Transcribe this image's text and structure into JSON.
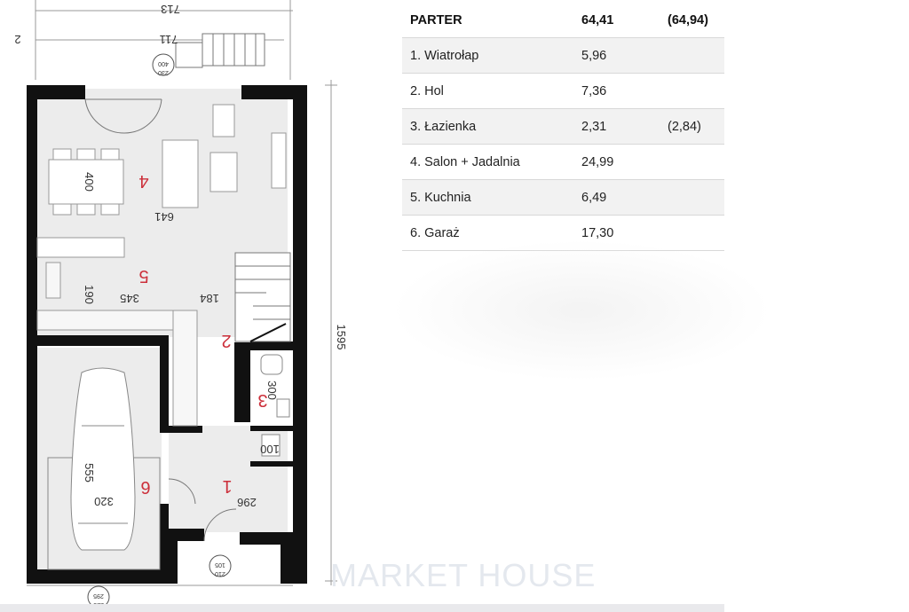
{
  "table": {
    "header": {
      "name": "PARTER",
      "area": "64,41",
      "alt": "(64,94)"
    },
    "rows": [
      {
        "name": "1. Wiatrołap",
        "area": "5,96",
        "alt": ""
      },
      {
        "name": "2. Hol",
        "area": "7,36",
        "alt": ""
      },
      {
        "name": "3. Łazienka",
        "area": "2,31",
        "alt": "(2,84)"
      },
      {
        "name": "4. Salon + Jadalnia",
        "area": "24,99",
        "alt": ""
      },
      {
        "name": "5. Kuchnia",
        "area": "6,49",
        "alt": ""
      },
      {
        "name": "6. Garaż",
        "area": "17,30",
        "alt": ""
      }
    ]
  },
  "plan": {
    "dims": {
      "top_outer": "713",
      "top_inner": "711",
      "left_small": "2",
      "marker_top_a": "400",
      "marker_top_b": "230",
      "right_vertical": "1595",
      "dining_table": "400",
      "salon_width": "641",
      "kitchen_height": "190",
      "kitchen_a": "345",
      "kitchen_b": "184",
      "bath_height": "300",
      "bath_small": "100",
      "hall_width": "296",
      "garage_length": "555",
      "garage_width": "320",
      "marker_bottom_a": "105",
      "marker_bottom_b": "210",
      "marker_left_a": "295",
      "marker_left_b": "225"
    },
    "rooms": {
      "r1": "1",
      "r2": "2",
      "r3": "3",
      "r4": "4",
      "r5": "5",
      "r6": "6"
    }
  },
  "watermark": "MARKET HOUSE",
  "colors": {
    "wall": "#111111",
    "dim_red": "#cc2f3a",
    "row_alt": "#f2f2f2"
  }
}
